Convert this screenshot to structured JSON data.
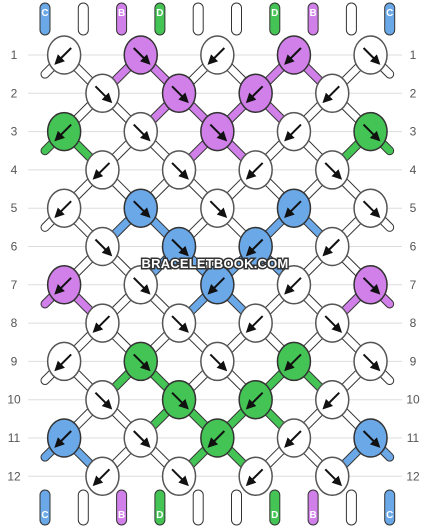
{
  "colors": {
    "A": "#ffffff",
    "B": "#d080e8",
    "C": "#6aa8e8",
    "D": "#44c454"
  },
  "top_strings": [
    "C",
    "A",
    "B",
    "D",
    "A",
    "A",
    "D",
    "B",
    "A",
    "C"
  ],
  "bottom_strings": [
    "C",
    "A",
    "B",
    "D",
    "A",
    "A",
    "D",
    "B",
    "A",
    "C"
  ],
  "row_numbers": [
    "1",
    "2",
    "3",
    "4",
    "5",
    "6",
    "7",
    "8",
    "9",
    "10",
    "11",
    "12"
  ],
  "watermark": "BRACELETBOOK.COM",
  "knots": [
    [
      {
        "c": "A",
        "d": "bl"
      },
      {
        "c": "B",
        "d": "br"
      },
      {
        "c": "A",
        "d": "bl"
      },
      {
        "c": "B",
        "d": "bl"
      },
      {
        "c": "A",
        "d": "br"
      }
    ],
    [
      {
        "c": "A",
        "d": "br"
      },
      {
        "c": "B",
        "d": "br"
      },
      {
        "c": "B",
        "d": "bl"
      },
      {
        "c": "A",
        "d": "bl"
      }
    ],
    [
      {
        "c": "D",
        "d": "bl"
      },
      {
        "c": "A",
        "d": "br"
      },
      {
        "c": "B",
        "d": "br"
      },
      {
        "c": "A",
        "d": "bl"
      },
      {
        "c": "D",
        "d": "br"
      }
    ],
    [
      {
        "c": "A",
        "d": "bl"
      },
      {
        "c": "A",
        "d": "br"
      },
      {
        "c": "A",
        "d": "bl"
      },
      {
        "c": "A",
        "d": "br"
      }
    ],
    [
      {
        "c": "A",
        "d": "bl"
      },
      {
        "c": "C",
        "d": "br"
      },
      {
        "c": "A",
        "d": "br"
      },
      {
        "c": "C",
        "d": "bl"
      },
      {
        "c": "A",
        "d": "br"
      }
    ],
    [
      {
        "c": "A",
        "d": "br"
      },
      {
        "c": "C",
        "d": "br"
      },
      {
        "c": "C",
        "d": "bl"
      },
      {
        "c": "A",
        "d": "bl"
      }
    ],
    [
      {
        "c": "B",
        "d": "bl"
      },
      {
        "c": "A",
        "d": "br"
      },
      {
        "c": "C",
        "d": "bl"
      },
      {
        "c": "A",
        "d": "bl"
      },
      {
        "c": "B",
        "d": "br"
      }
    ],
    [
      {
        "c": "A",
        "d": "bl"
      },
      {
        "c": "A",
        "d": "br"
      },
      {
        "c": "A",
        "d": "bl"
      },
      {
        "c": "A",
        "d": "br"
      }
    ],
    [
      {
        "c": "A",
        "d": "bl"
      },
      {
        "c": "D",
        "d": "br"
      },
      {
        "c": "A",
        "d": "br"
      },
      {
        "c": "D",
        "d": "bl"
      },
      {
        "c": "A",
        "d": "br"
      }
    ],
    [
      {
        "c": "A",
        "d": "br"
      },
      {
        "c": "D",
        "d": "br"
      },
      {
        "c": "D",
        "d": "bl"
      },
      {
        "c": "A",
        "d": "bl"
      }
    ],
    [
      {
        "c": "C",
        "d": "bl"
      },
      {
        "c": "A",
        "d": "br"
      },
      {
        "c": "D",
        "d": "bl"
      },
      {
        "c": "A",
        "d": "bl"
      },
      {
        "c": "C",
        "d": "br"
      }
    ],
    [
      {
        "c": "A",
        "d": "bl"
      },
      {
        "c": "A",
        "d": "br"
      },
      {
        "c": "A",
        "d": "bl"
      },
      {
        "c": "A",
        "d": "br"
      }
    ]
  ]
}
